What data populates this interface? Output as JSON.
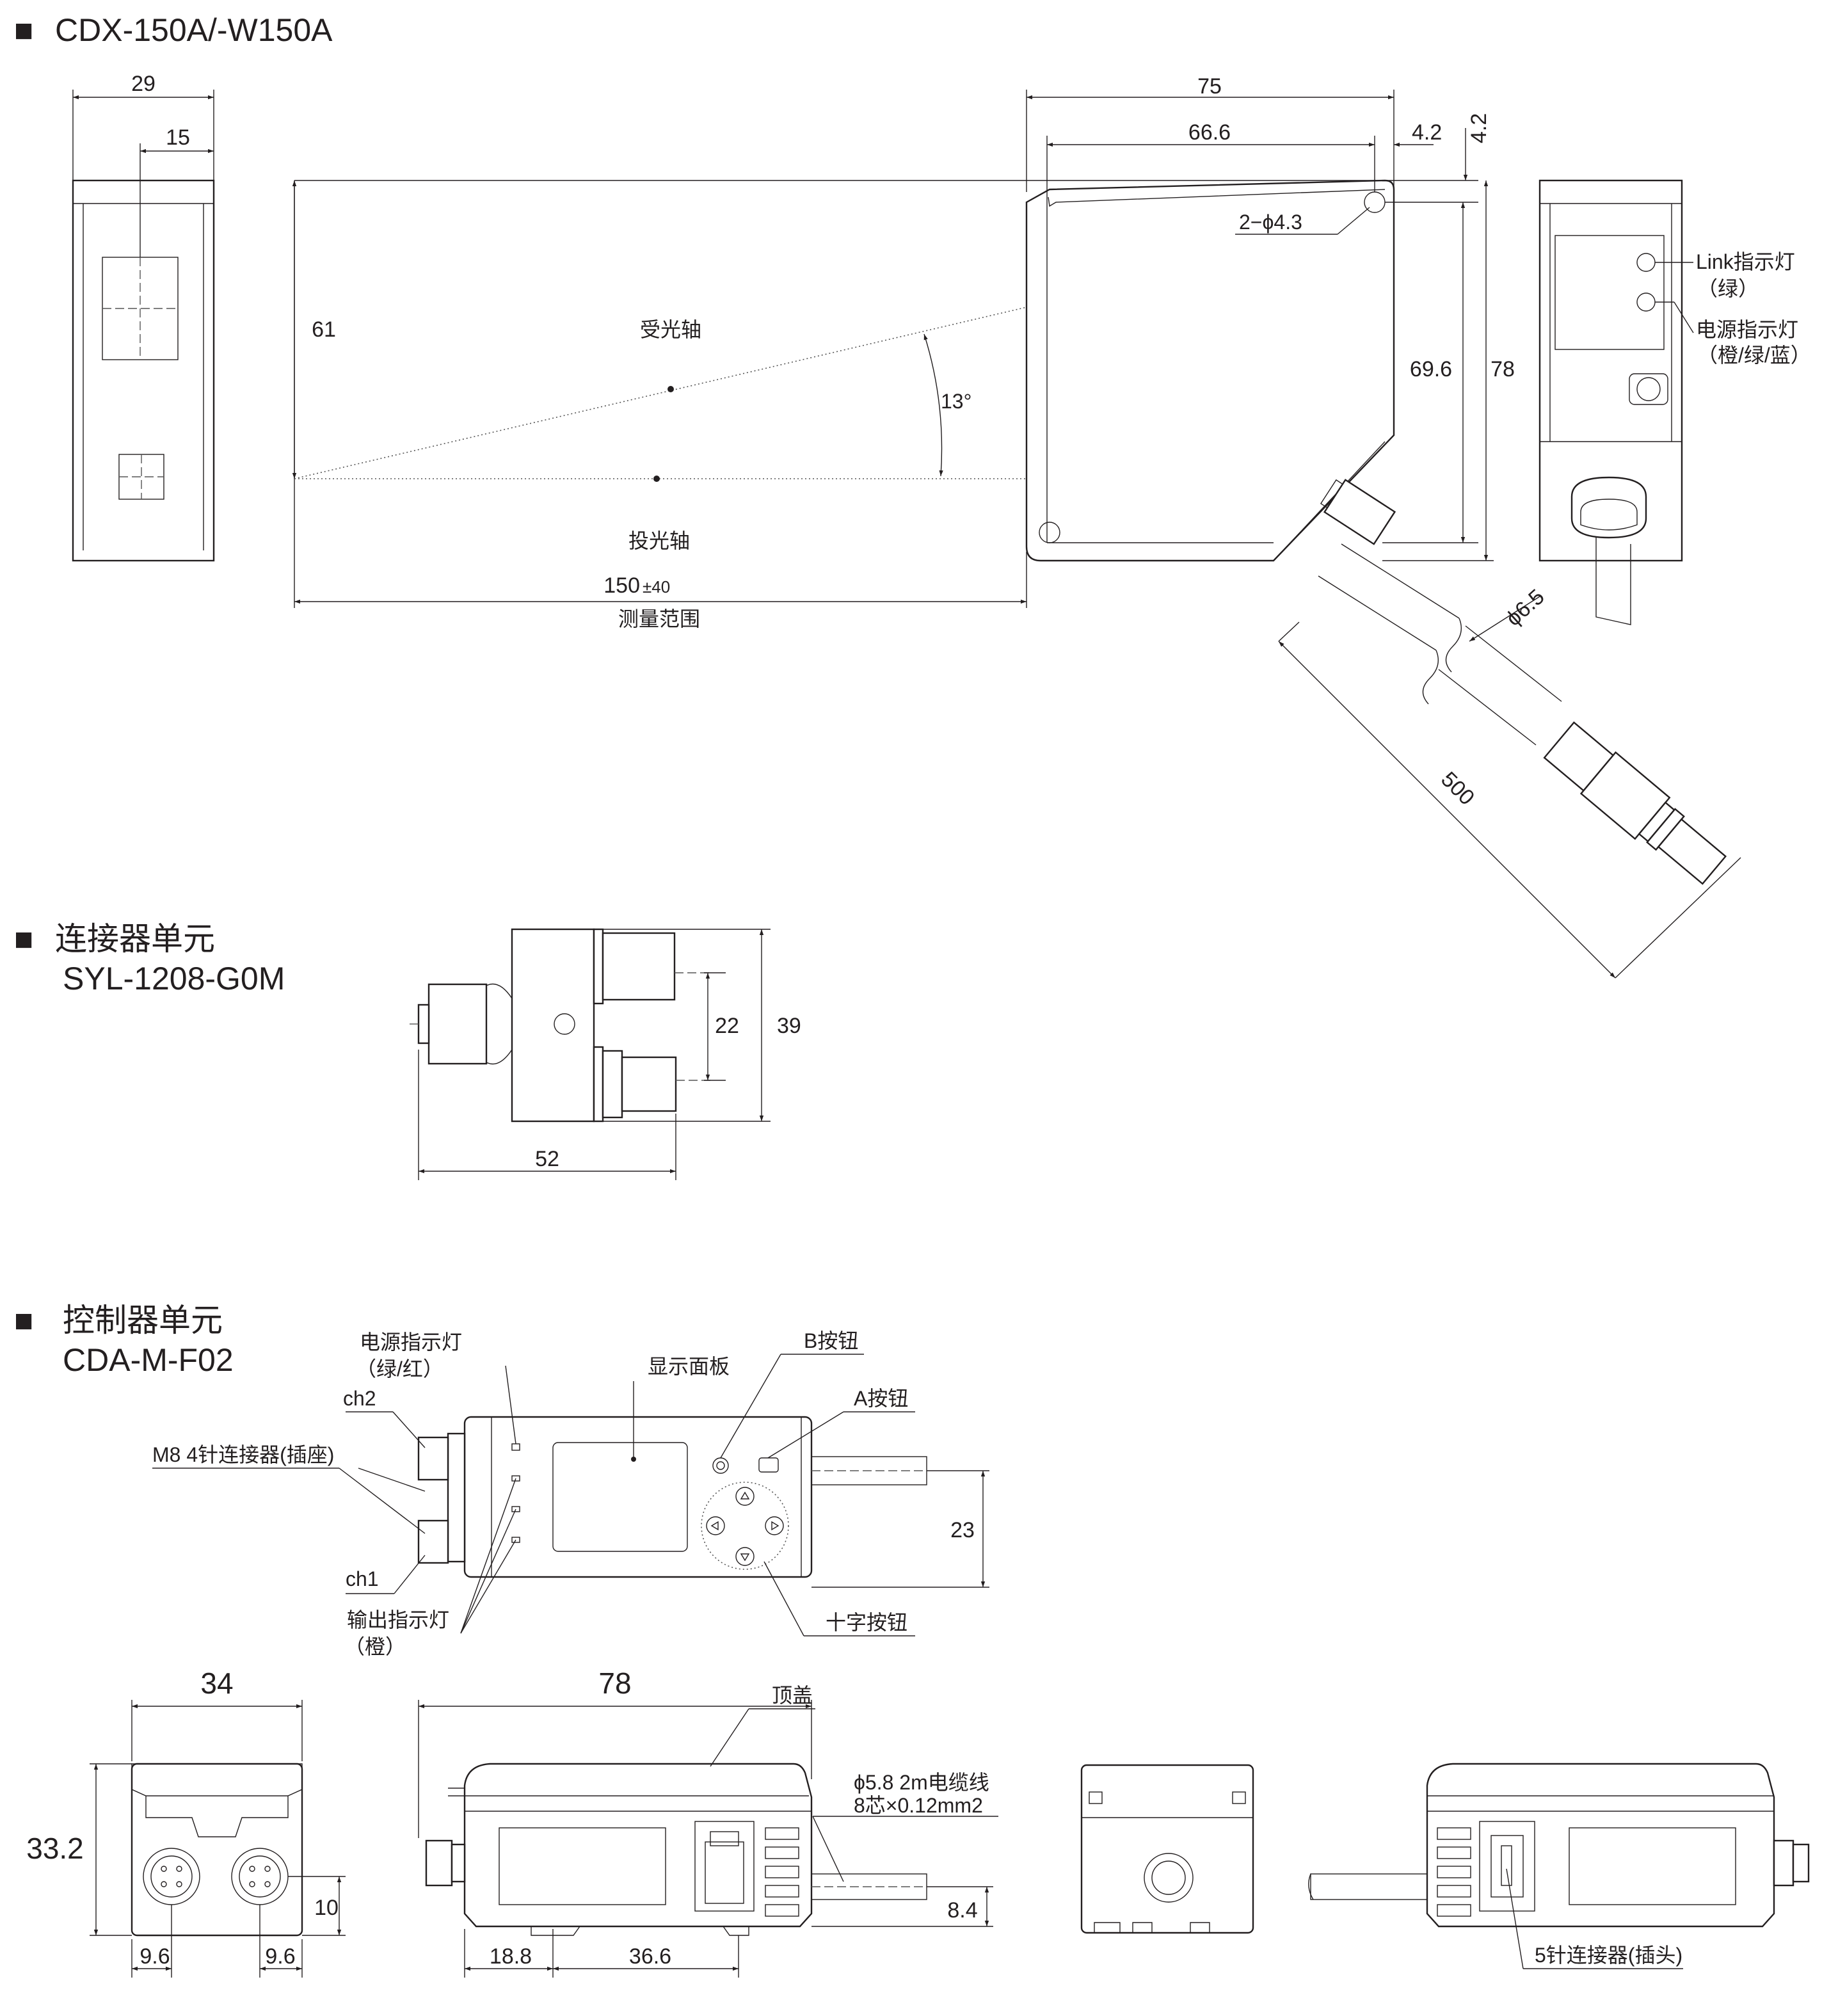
{
  "sections": {
    "sensor": {
      "marker": "■",
      "title": "CDX-150A/-W150A"
    },
    "connector": {
      "marker": "■",
      "title_line1": "连接器单元",
      "title_line2": "SYL-1208-G0M"
    },
    "controller": {
      "marker": "■",
      "title_line1": "控制器单元",
      "title_line2": "CDA-M-F02"
    }
  },
  "sensor_dims": {
    "width_side": "29",
    "lens_offset": "15",
    "length": "75",
    "length_inner": "66.6",
    "hole_offset_x": "4.2",
    "hole_offset_y": "4.2",
    "holes": "2−ϕ4.3",
    "range_height": "61",
    "height_inner": "69.6",
    "height": "78",
    "angle": "13°",
    "range_value": "150",
    "range_tol": "±40",
    "range_label": "测量范围",
    "cable_diameter": "ϕ6.5",
    "cable_length": "500"
  },
  "sensor_labels": {
    "receive_axis": "受光轴",
    "emit_axis": "投光轴",
    "link_led": "Link指示灯",
    "link_led_color": "（绿）",
    "power_led": "电源指示灯",
    "power_led_color": "（橙/绿/蓝）"
  },
  "connector_dims": {
    "pitch": "22",
    "height": "39",
    "length": "52"
  },
  "controller_labels": {
    "power_led": "电源指示灯",
    "power_led_color": "（绿/红）",
    "ch2": "ch2",
    "m8": "M8 4针连接器(插座)",
    "ch1": "ch1",
    "output_led": "输出指示灯",
    "output_led_color": "（橙）",
    "display": "显示面板",
    "b_button": "B按钮",
    "a_button": "A按钮",
    "cross_button": "十字按钮",
    "top_cover": "顶盖",
    "cable_spec1": "ϕ5.8 2m电缆线",
    "cable_spec2": "8芯×0.12mm2",
    "pin5": "5针连接器(插头)"
  },
  "controller_dims": {
    "cable_height": "23",
    "width": "34",
    "length": "78",
    "height": "33.2",
    "conn_height": "10",
    "pitch_left": "9.6",
    "pitch_right": "9.6",
    "rail_offset": "18.8",
    "rail_pitch": "36.6",
    "cable_offset": "8.4"
  }
}
